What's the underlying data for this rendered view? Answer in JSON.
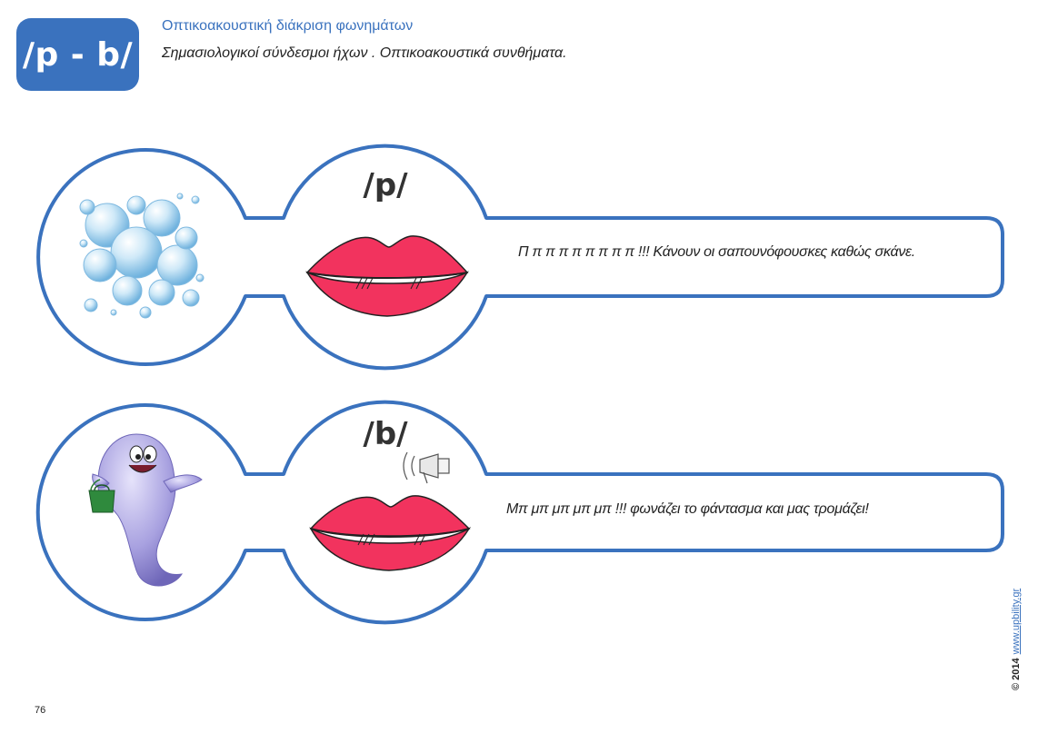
{
  "header": {
    "badge": "/p - b/",
    "title": "Οπτικοακουστική διάκριση φωνημάτων",
    "subtitle": "Σημασιολογικοί σύνδεσμοι ήχων . Οπτικοακουστικά συνθήματα."
  },
  "cards": [
    {
      "phoneme": "/p/",
      "picture": "soap-bubbles",
      "sentence": "Π π π π π π π π π !!! Κάνουν οι σαπουνόφουσκες καθώς σκάνε."
    },
    {
      "phoneme": "/b/",
      "picture": "ghost",
      "sentence": "Μπ μπ μπ μπ μπ !!! φωνάζει το φάντασμα και μας τρομάζει!"
    }
  ],
  "footer": {
    "page_number": "76",
    "copyright": "© 2014",
    "website": "www.upbility.gr"
  },
  "colors": {
    "accent": "#3a72be",
    "lips": "#f2335e",
    "bubble": "#9fd3f0",
    "ghost": "#9b93d8"
  }
}
